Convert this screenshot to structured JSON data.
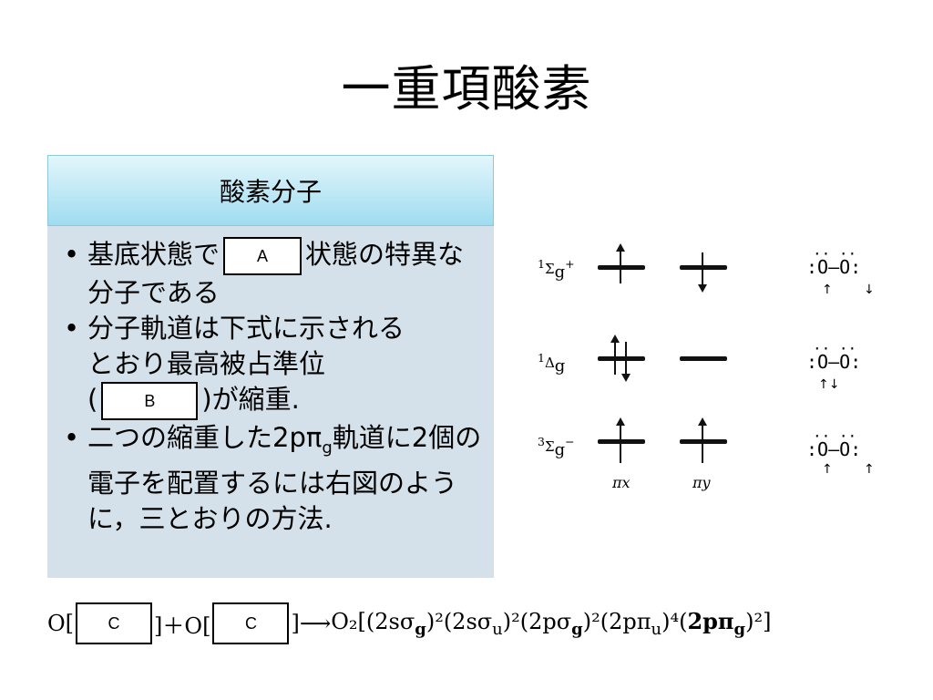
{
  "title": "一重項酸素",
  "panel": {
    "header": "酸素分子",
    "bullets": [
      {
        "before": "基底状態で",
        "box": "A",
        "after": "状態の特異な分子である"
      },
      {
        "line1": "分子軌道は下式に示される",
        "line2": "とおり最高被占準位",
        "open": "(",
        "box": "B",
        "close": ")が縮重."
      },
      {
        "pre": "二つの縮重した2pπ",
        "sub": "g",
        "post": "軌道に2個の電子を配置するには右図のように，三とおりの方法."
      }
    ]
  },
  "diagram": {
    "states": [
      {
        "sup": "1",
        "sym": "Σ",
        "sub": "g",
        "charge": "+"
      },
      {
        "sup": "1",
        "sym": "Δ",
        "sub": "g",
        "charge": ""
      },
      {
        "sup": "3",
        "sym": "Σ",
        "sub": "g",
        "charge": "−"
      }
    ],
    "orbitals": [
      "πx",
      "πy"
    ],
    "lewis": ":O—O:",
    "lewis_dots": "··   ··",
    "spin_marks": [
      [
        "↑",
        "↓"
      ],
      [
        "↑↓",
        ""
      ],
      [
        "↑",
        "↑"
      ]
    ]
  },
  "equation": {
    "o_left": "O[",
    "box_left": "C",
    "mid": "]＋O[",
    "box_right": "C",
    "arrow": "]⟶",
    "product": "O₂[(2sσ",
    "t1": "g",
    "t2": ")²(2sσ",
    "t3": "u",
    "t4": ")²(2pσ",
    "t5": "g",
    "t6": ")²(2pπ",
    "t7": "u",
    "t8": ")⁴(",
    "bold": "2pπ",
    "t9": "g",
    "t10": ")²]"
  }
}
